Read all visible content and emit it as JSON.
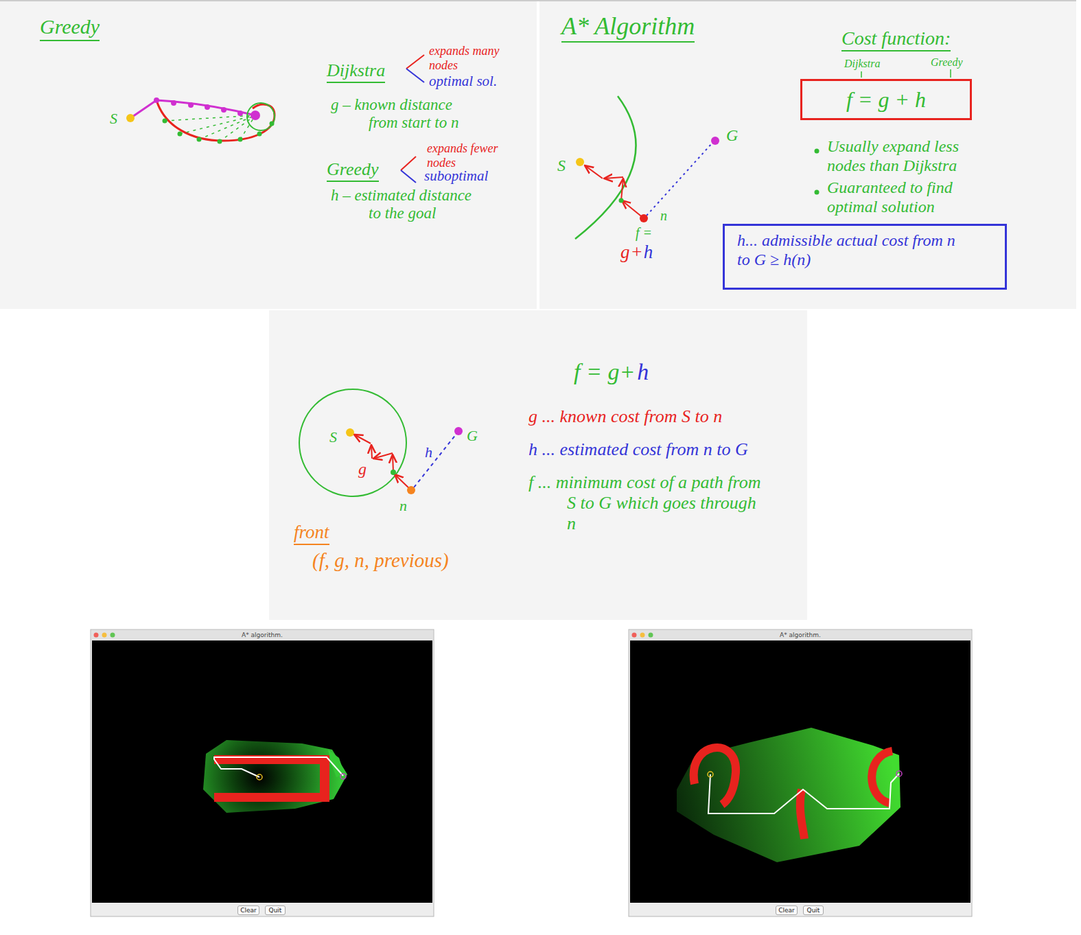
{
  "diagram": {
    "nodes": [
      {
        "text": [
          "f = g + h"
        ]
      },
      {
        "text": [
          "h... admissible actual cost from n to G ≥ h(n)"
        ]
      },
      {
        "text": [
          "A* algorithm."
        ]
      },
      {
        "text": [
          "Clear"
        ],
        "in": 2
      },
      {
        "text": [
          "Quit"
        ],
        "in": 2
      },
      {
        "text": [
          "A* algorithm."
        ]
      },
      {
        "text": [
          "Clear"
        ],
        "in": 5
      },
      {
        "text": [
          "Quit"
        ],
        "in": 5
      }
    ],
    "labels": [
      "Greedy",
      "S",
      "Dijkstra",
      "expands many nodes",
      "optimal sol.",
      "g – known distance from start to n",
      "Greedy",
      "expands fewer nodes",
      "suboptimal",
      "h – estimated distance to the goal",
      "A* Algorithm",
      "S",
      "G",
      "n",
      "f =",
      "g",
      "+",
      "h",
      "Cost function:",
      "Dijkstra",
      "Greedy",
      "Usually expand less nodes than Dijkstra",
      "Guaranteed to find optimal solution",
      "S",
      "G",
      "g",
      "h",
      "n",
      "f = g+",
      "h",
      "g ... known cost from S to n",
      "h ... estimated cost from n to G",
      "f ... minimum cost of a path from S to G which goes through n",
      "front",
      "(f, g, n, previous)"
    ]
  }
}
